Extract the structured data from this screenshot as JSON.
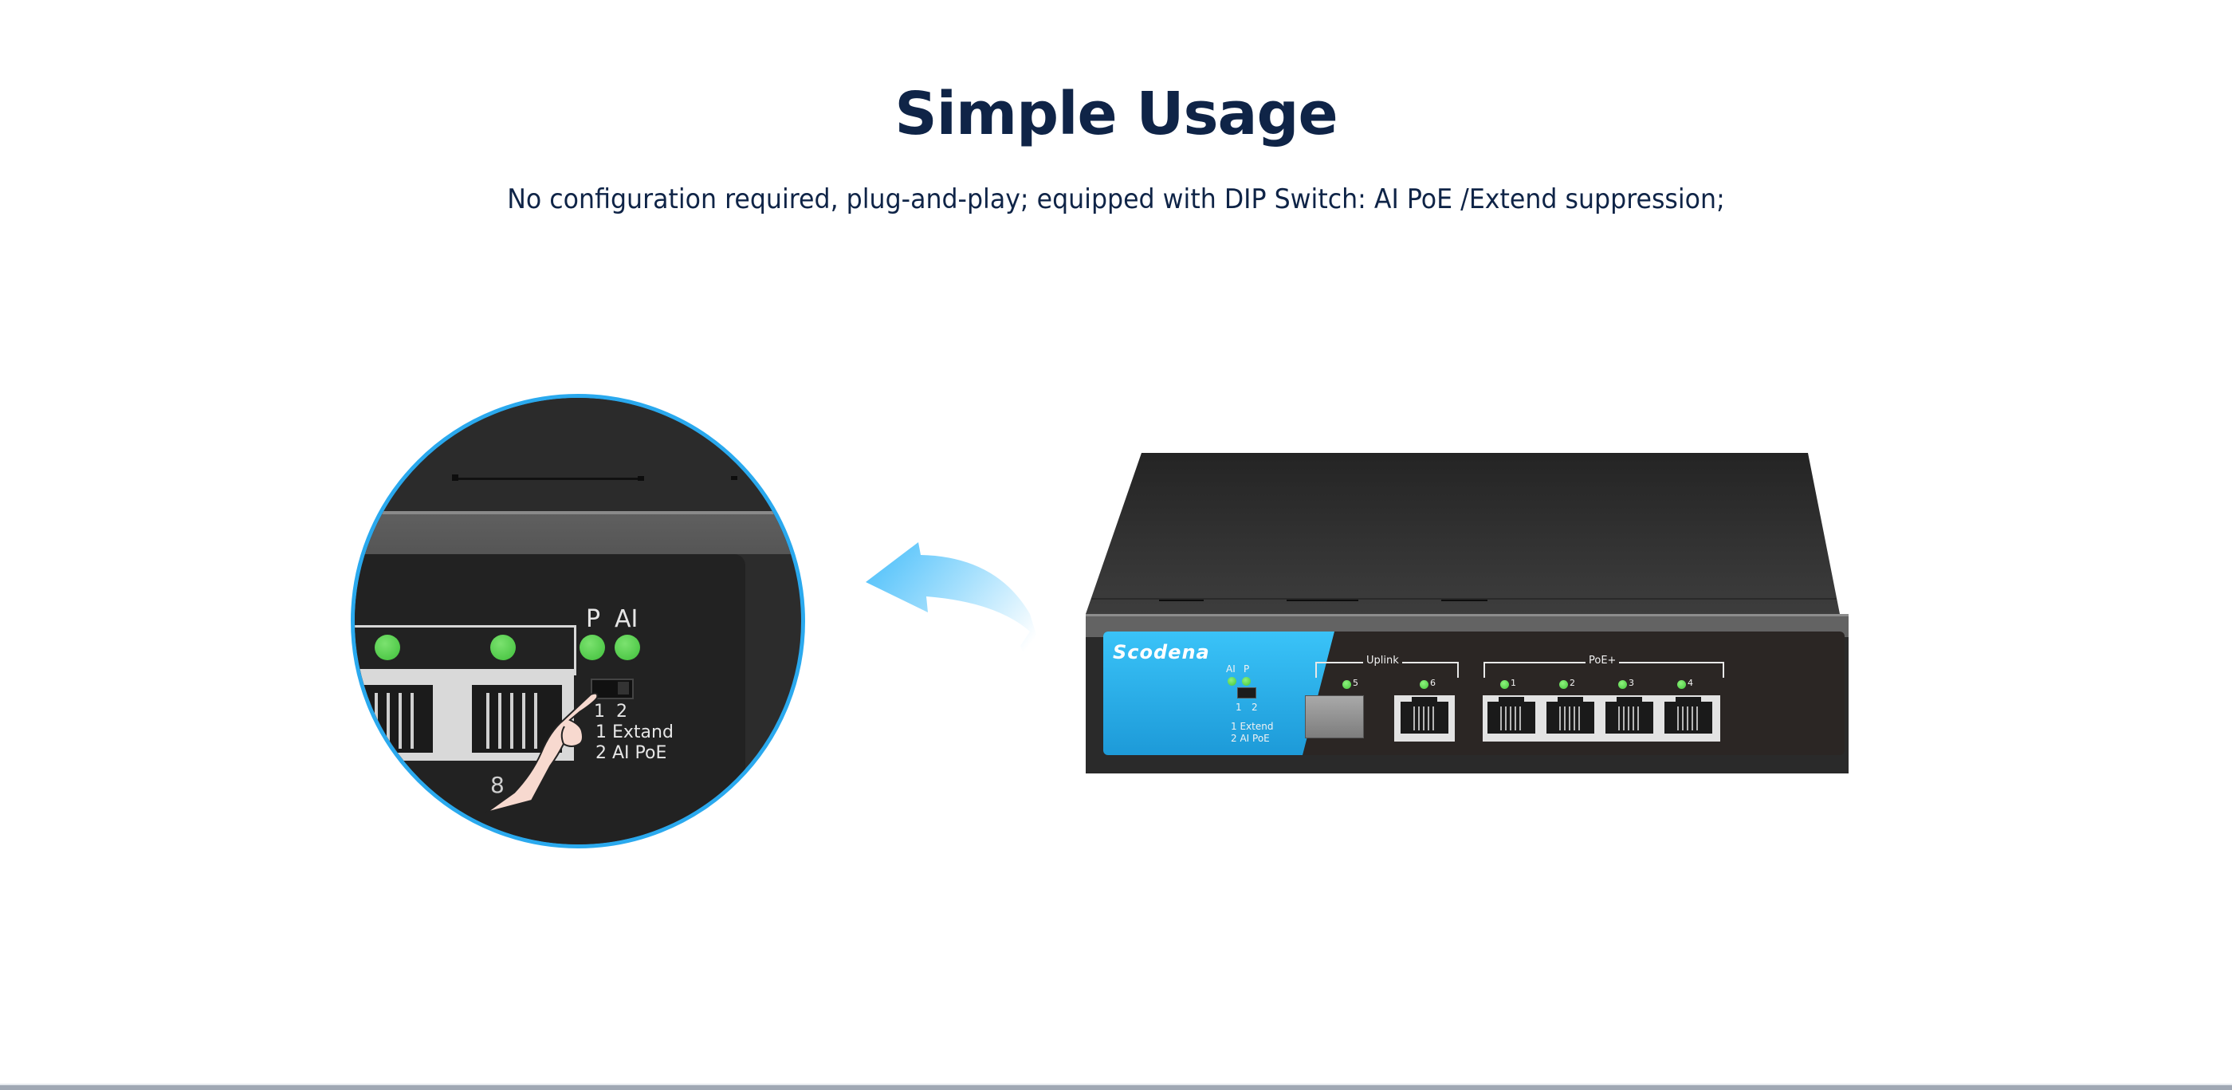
{
  "header": {
    "title": "Simple Usage",
    "subtitle": "No configuration required, plug-and-play; equipped with DIP Switch: AI PoE /Extend suppression;"
  },
  "zoom_detail": {
    "led_labels": [
      "P",
      "AI"
    ],
    "dip_numbers": [
      "1",
      "2"
    ],
    "dip_legend": [
      "1 Extand",
      "2 AI PoE"
    ],
    "port_number": "8",
    "icon": "hand-pointing-icon"
  },
  "arrow": {
    "icon": "curved-arrow-left-icon",
    "color": "#4cc3fb"
  },
  "switch": {
    "brand": "Scodena",
    "status_leds": [
      "AI",
      "P"
    ],
    "dip_numbers": [
      "1",
      "2"
    ],
    "dip_legend": [
      "1 Extend",
      "2 AI PoE"
    ],
    "uplink_label": "Uplink",
    "poe_label": "PoE+",
    "uplink_ports": [
      {
        "number": "5",
        "type": "SFP"
      },
      {
        "number": "6",
        "type": "RJ45"
      }
    ],
    "poe_ports": [
      {
        "number": "1"
      },
      {
        "number": "2"
      },
      {
        "number": "3"
      },
      {
        "number": "4"
      }
    ],
    "colors": {
      "panel_blue": "#2eb4ef",
      "led_green": "#5fd64f",
      "body": "#2a2a2a"
    }
  }
}
